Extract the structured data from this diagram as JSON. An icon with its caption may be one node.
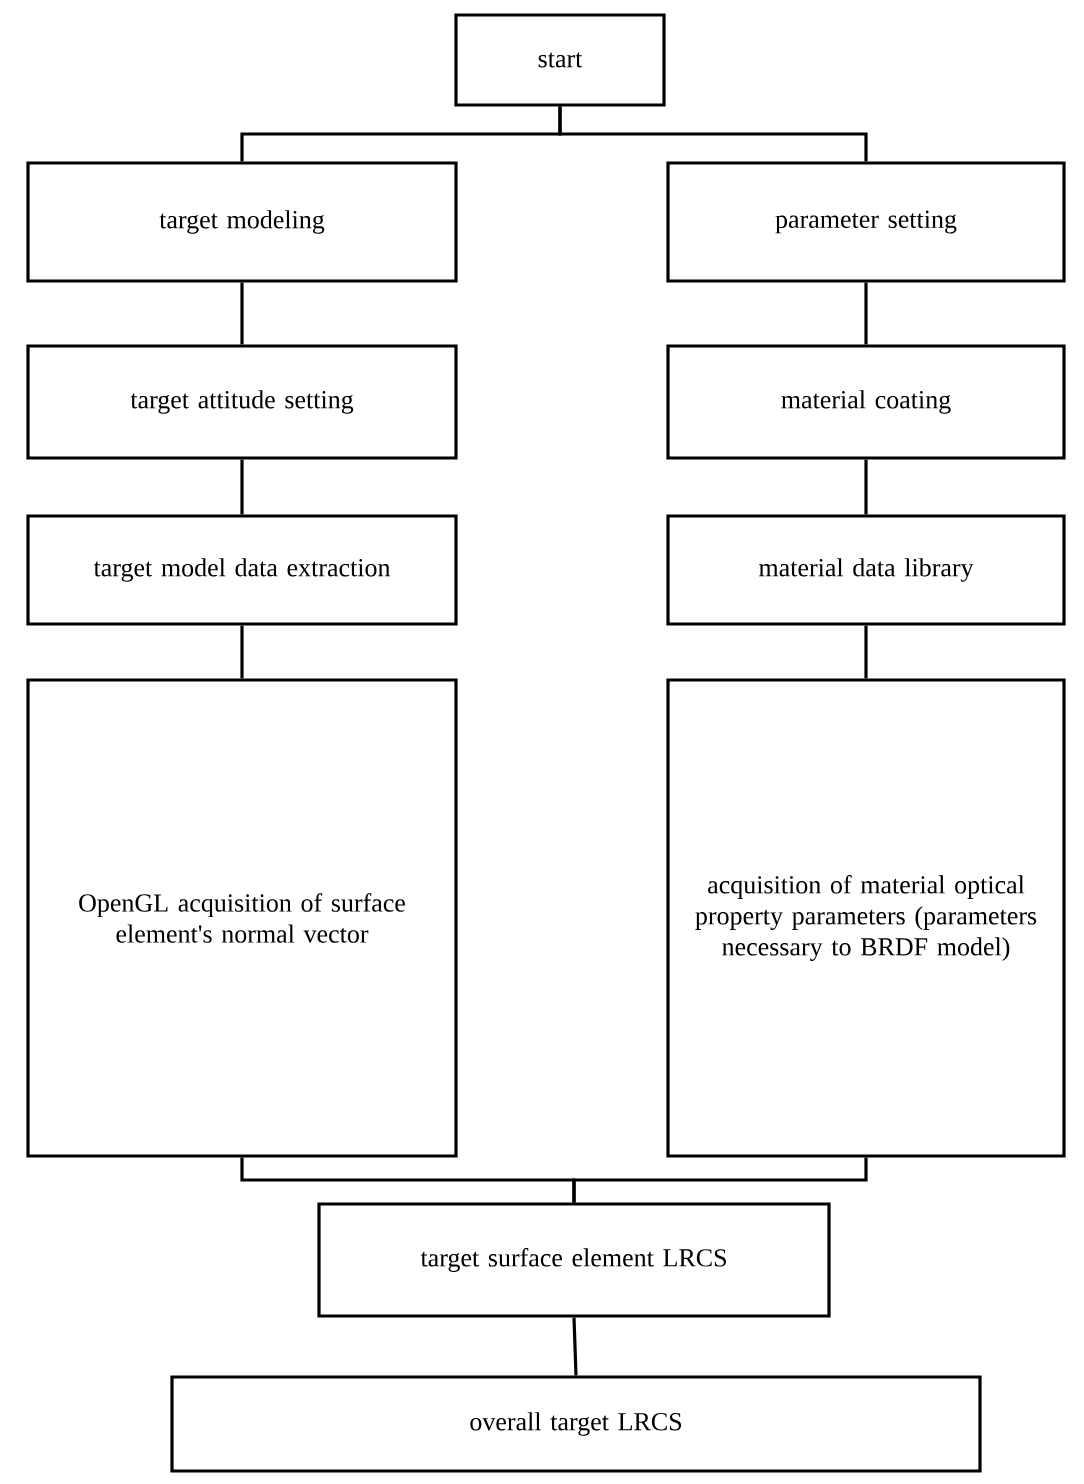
{
  "diagram": {
    "nodes": [
      {
        "text": [
          "start"
        ]
      },
      {
        "text": [
          "target modeling"
        ]
      },
      {
        "text": [
          "parameter setting"
        ]
      },
      {
        "text": [
          "target attitude setting"
        ]
      },
      {
        "text": [
          "material coating"
        ]
      },
      {
        "text": [
          "target model data extraction"
        ]
      },
      {
        "text": [
          "material data library"
        ]
      },
      {
        "text": [
          "OpenGL acquisition of surface element's normal vector"
        ]
      },
      {
        "text": [
          "acquisition of material optical property parameters (parameters necessary to BRDF model)"
        ]
      },
      {
        "text": [
          "target surface element LRCS"
        ]
      },
      {
        "text": [
          "overall target LRCS"
        ]
      }
    ],
    "edges": [
      {
        "from": 0,
        "to": 1,
        "arrow": "none"
      },
      {
        "from": 0,
        "to": 2,
        "arrow": "none"
      },
      {
        "from": 1,
        "to": 3,
        "arrow": "none"
      },
      {
        "from": 3,
        "to": 5,
        "arrow": "none"
      },
      {
        "from": 5,
        "to": 7,
        "arrow": "none"
      },
      {
        "from": 2,
        "to": 4,
        "arrow": "none"
      },
      {
        "from": 4,
        "to": 6,
        "arrow": "none"
      },
      {
        "from": 6,
        "to": 8,
        "arrow": "none"
      },
      {
        "from": 7,
        "to": 9,
        "arrow": "none"
      },
      {
        "from": 8,
        "to": 9,
        "arrow": "none"
      },
      {
        "from": 9,
        "to": 10,
        "arrow": "none"
      }
    ]
  }
}
